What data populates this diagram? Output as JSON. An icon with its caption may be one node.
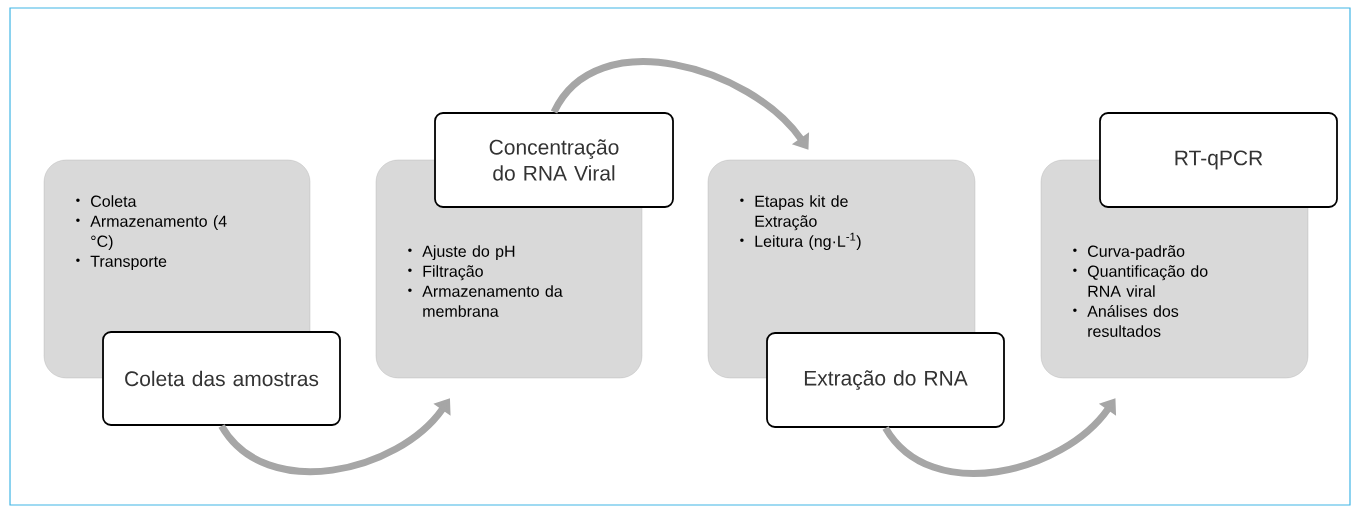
{
  "diagram": {
    "nodes": [
      {
        "text": [
          "Coleta",
          "Armazenamento (4 °C)",
          "Transporte"
        ]
      },
      {
        "text": [
          "Coleta das amostras"
        ]
      },
      {
        "text": [
          "Ajuste do pH",
          "Filtração",
          "Armazenamento da membrana"
        ]
      },
      {
        "text": [
          "Concentração do RNA Viral"
        ]
      },
      {
        "text": [
          "Etapas kit de Extração",
          "Leitura (ng·L$^{-1}$)"
        ]
      },
      {
        "text": [
          "Extração do RNA"
        ]
      },
      {
        "text": [
          "Curva-padrão",
          "Quantificação do RNA viral",
          "Análises dos resultados"
        ]
      },
      {
        "text": [
          "RT-qPCR"
        ]
      }
    ],
    "edges": [
      {
        "from": 1,
        "to": 2,
        "arrow": "to"
      },
      {
        "from": 3,
        "to": 4,
        "arrow": "to"
      },
      {
        "from": 5,
        "to": 6,
        "arrow": "to"
      }
    ]
  }
}
